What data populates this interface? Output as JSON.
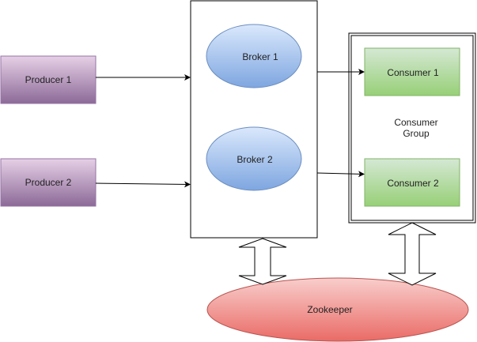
{
  "diagram": {
    "producers": [
      {
        "label": "Producer 1"
      },
      {
        "label": "Producer 2"
      }
    ],
    "brokers": [
      {
        "label": "Broker 1"
      },
      {
        "label": "Broker 2"
      }
    ],
    "consumer_group": {
      "label_line1": "Consumer",
      "label_line2": "Group",
      "consumers": [
        {
          "label": "Consumer 1"
        },
        {
          "label": "Consumer 2"
        }
      ]
    },
    "zookeeper": {
      "label": "Zookeeper"
    },
    "colors": {
      "producer_top": "#e6d0e6",
      "producer_bottom": "#8c6a98",
      "producer_stroke": "#9673a6",
      "broker_top": "#dae8fc",
      "broker_bottom": "#7ea6e0",
      "broker_stroke": "#6c8ebf",
      "consumer_top": "#d5e8d4",
      "consumer_bottom": "#97d077",
      "consumer_stroke": "#82b366",
      "zookeeper_top": "#f8cecc",
      "zookeeper_bottom": "#ea6b66",
      "zookeeper_stroke": "#b85450"
    }
  }
}
